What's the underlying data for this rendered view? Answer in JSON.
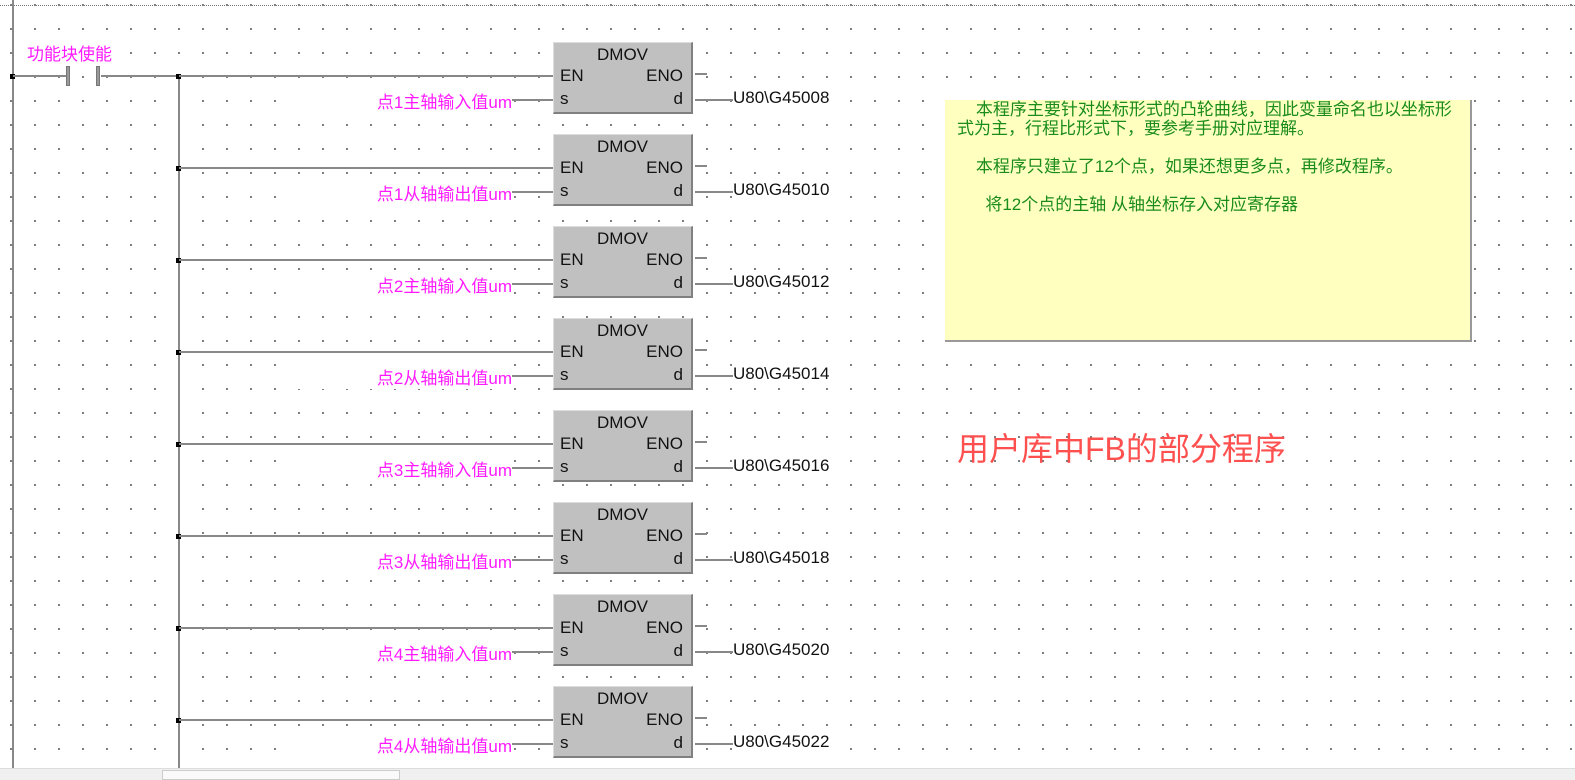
{
  "contact_label": "功能块使能",
  "rungs": [
    {
      "func": "DMOV",
      "en": "EN",
      "eno": "ENO",
      "s": "s",
      "d": "d",
      "input": "点1主轴输入值um",
      "output": "U80\\G45008"
    },
    {
      "func": "DMOV",
      "en": "EN",
      "eno": "ENO",
      "s": "s",
      "d": "d",
      "input": "点1从轴输出值um",
      "output": "U80\\G45010"
    },
    {
      "func": "DMOV",
      "en": "EN",
      "eno": "ENO",
      "s": "s",
      "d": "d",
      "input": "点2主轴输入值um",
      "output": "U80\\G45012"
    },
    {
      "func": "DMOV",
      "en": "EN",
      "eno": "ENO",
      "s": "s",
      "d": "d",
      "input": "点2从轴输出值um",
      "output": "U80\\G45014"
    },
    {
      "func": "DMOV",
      "en": "EN",
      "eno": "ENO",
      "s": "s",
      "d": "d",
      "input": "点3主轴输入值um",
      "output": "U80\\G45016"
    },
    {
      "func": "DMOV",
      "en": "EN",
      "eno": "ENO",
      "s": "s",
      "d": "d",
      "input": "点3从轴输出值um",
      "output": "U80\\G45018"
    },
    {
      "func": "DMOV",
      "en": "EN",
      "eno": "ENO",
      "s": "s",
      "d": "d",
      "input": "点4主轴输入值um",
      "output": "U80\\G45020"
    },
    {
      "func": "DMOV",
      "en": "EN",
      "eno": "ENO",
      "s": "s",
      "d": "d",
      "input": "点4从轴输出值um",
      "output": "U80\\G45022"
    }
  ],
  "note": {
    "p1": "    本程序主要针对坐标形式的凸轮曲线，因此变量命名也以坐标形式为主，行程比形式下，要参考手册对应理解。",
    "p2": "    本程序只建立了12个点，如果还想更多点，再修改程序。",
    "p3": "      将12个点的主轴 从轴坐标存入对应寄存器"
  },
  "title": "用户库中FB的部分程序"
}
